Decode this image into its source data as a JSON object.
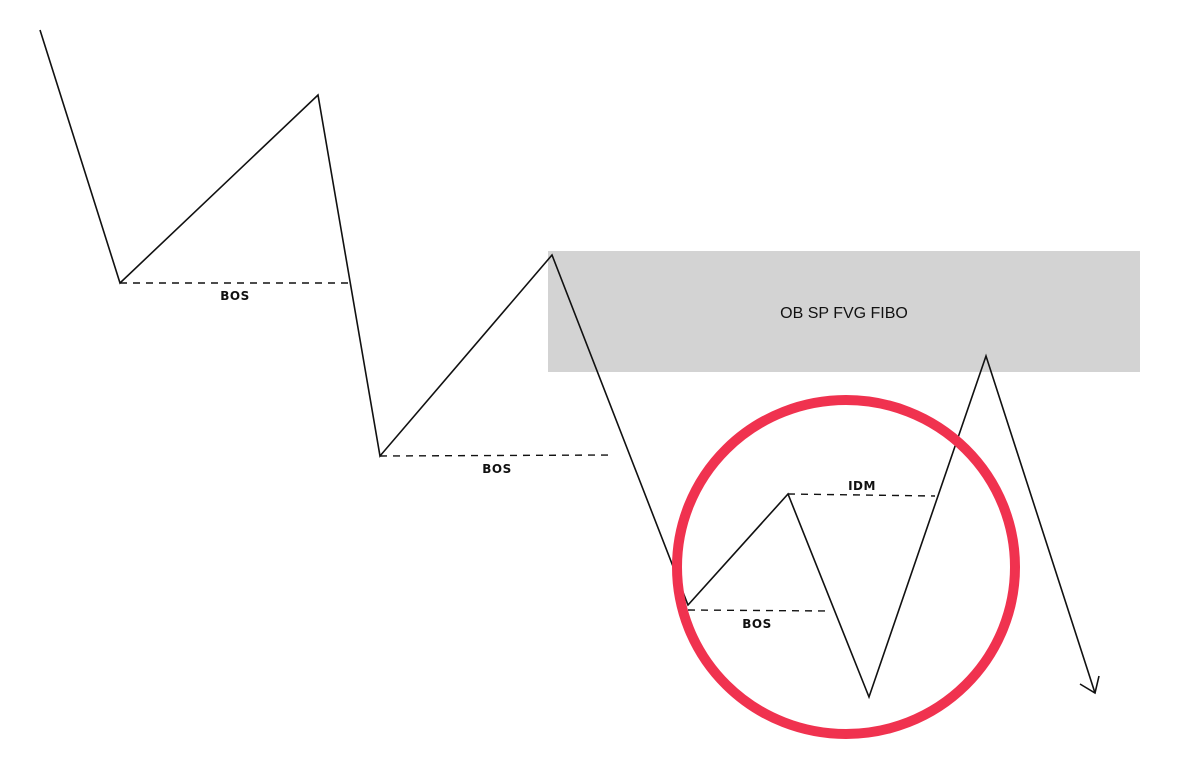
{
  "colors": {
    "background": "#ffffff",
    "line": "#111111",
    "zone_fill": "#d3d3d3",
    "highlight": "#f0324f"
  },
  "zone": {
    "label": "OB SP FVG FIBO"
  },
  "levels": {
    "bos_1": "BOS",
    "bos_2": "BOS",
    "bos_3": "BOS",
    "idm": "IDM"
  }
}
